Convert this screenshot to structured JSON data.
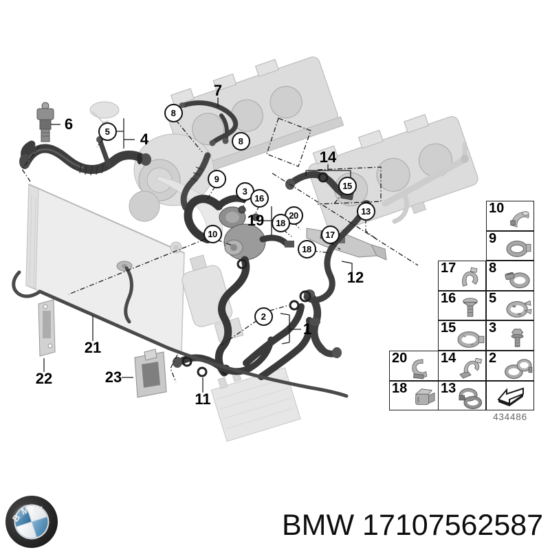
{
  "diagram": {
    "drawing_number": "434486",
    "callouts": {
      "circled": [
        {
          "label": "5"
        },
        {
          "label": "8"
        },
        {
          "label": "8"
        },
        {
          "label": "9"
        },
        {
          "label": "3"
        },
        {
          "label": "16"
        },
        {
          "label": "15"
        },
        {
          "label": "13"
        },
        {
          "label": "20"
        },
        {
          "label": "18"
        },
        {
          "label": "10"
        },
        {
          "label": "17"
        },
        {
          "label": "18"
        },
        {
          "label": "2"
        }
      ],
      "plain": [
        {
          "label": "6"
        },
        {
          "label": "4"
        },
        {
          "label": "7"
        },
        {
          "label": "14"
        },
        {
          "label": "19"
        },
        {
          "label": "12"
        },
        {
          "label": "1"
        },
        {
          "label": "21"
        },
        {
          "label": "22"
        },
        {
          "label": "23"
        },
        {
          "label": "11"
        }
      ]
    }
  },
  "legend": {
    "cells": [
      {
        "number": "10",
        "icon": "hose-elbow-clip"
      },
      {
        "number": "9",
        "icon": "ring-clamp"
      },
      {
        "number": "17",
        "icon": "holder-clip"
      },
      {
        "number": "8",
        "icon": "worm-drive-clamp"
      },
      {
        "number": "16",
        "icon": "expanding-rivet"
      },
      {
        "number": "5",
        "icon": "spring-band-clamp"
      },
      {
        "number": "15",
        "icon": "profile-clamp"
      },
      {
        "number": "3",
        "icon": "hex-bolt"
      },
      {
        "number": "20",
        "icon": "spring-clip"
      },
      {
        "number": "14",
        "icon": "holder-bracket"
      },
      {
        "number": "2",
        "icon": "hose-clamp-pair"
      },
      {
        "number": "18",
        "icon": "retaining-clip"
      },
      {
        "number": "13",
        "icon": "double-hose-clamp"
      },
      {
        "number": "",
        "icon": "direction-arrow"
      }
    ]
  },
  "footer": {
    "logo_letters": "BMW",
    "part_label": "BMW 17107562587"
  },
  "colors": {
    "hose_dark": "#3c3c3c",
    "faded_part_gray": "#dcdcdc",
    "line_black": "#1a1a1a",
    "logo_blue": "#39749f",
    "drawing_number_gray": "#686868"
  }
}
